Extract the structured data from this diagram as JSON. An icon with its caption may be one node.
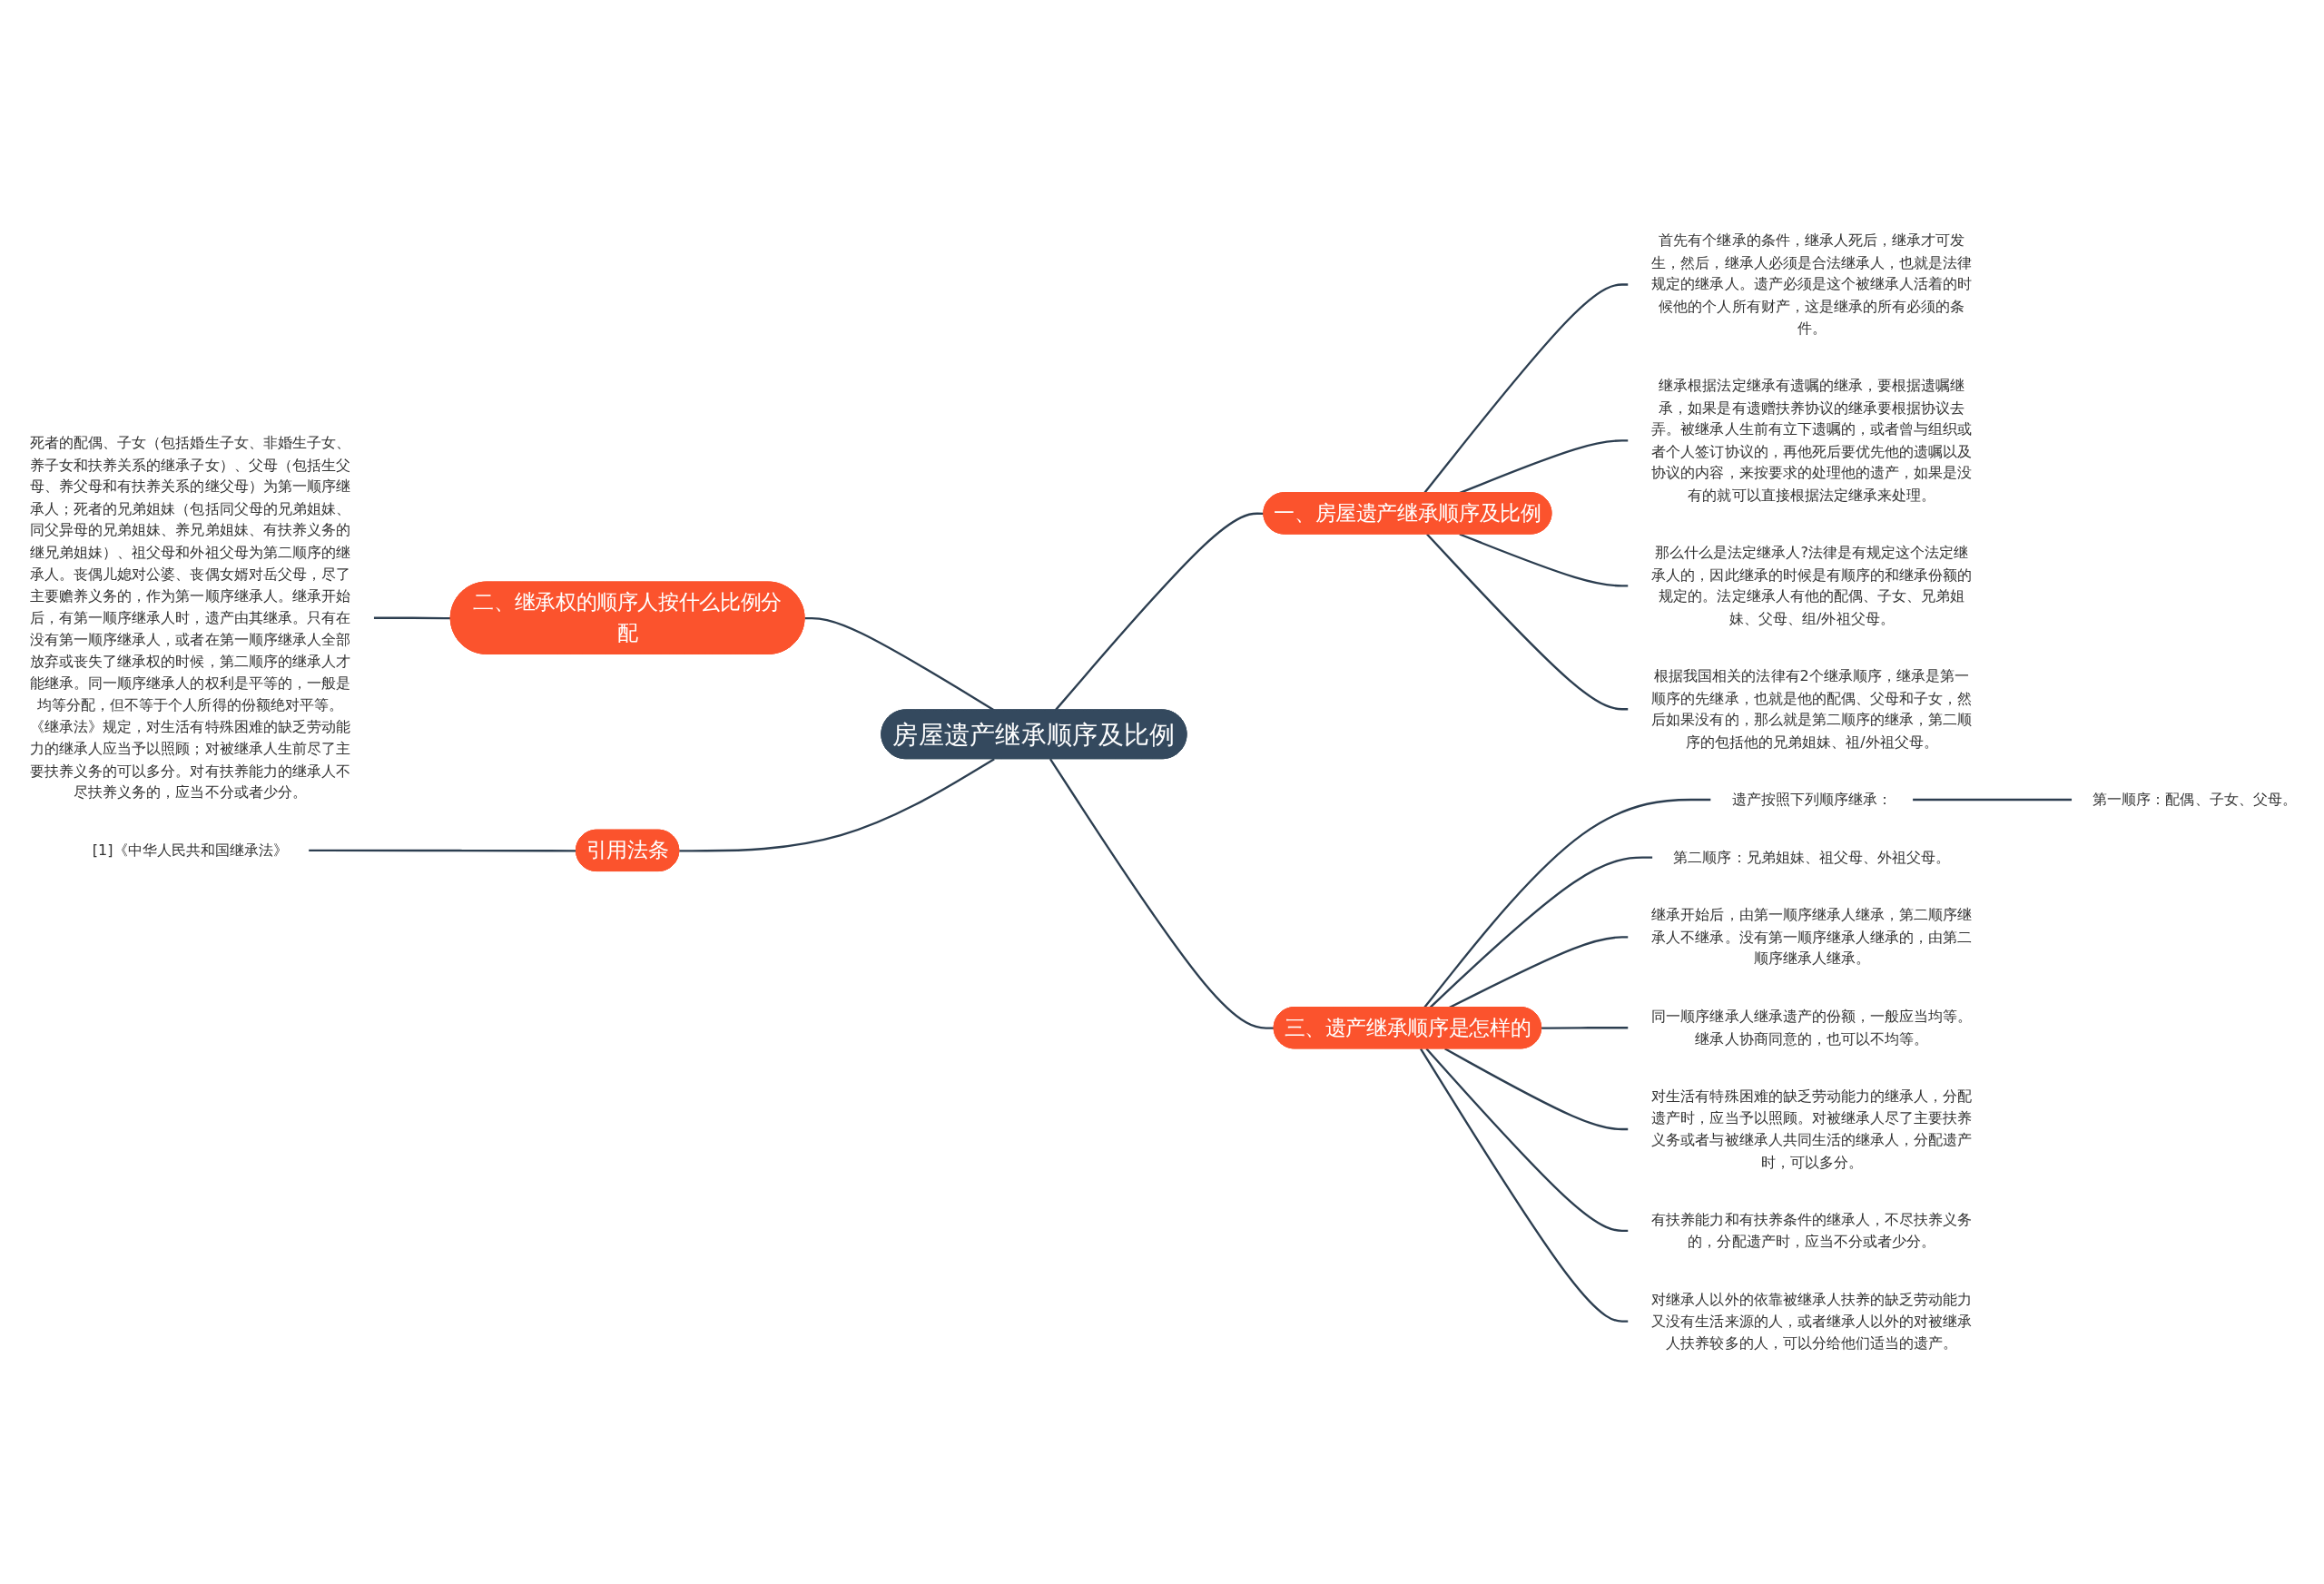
{
  "diagram": {
    "nodes": [
      {
        "text": [
          "房屋遗产继承顺序及比例"
        ]
      },
      {
        "text": [
          "一、房屋遗产继承顺序及比例"
        ]
      },
      {
        "text": [
          "首先有个继承的条件，继承人死后，继承才可发生，然后，继承人必须是合法继承人，也就是法律规定的继承人。遗产必须是这个被继承人活着的时候他的个人所有财产，这是继承的所有必须的条件。"
        ]
      },
      {
        "text": [
          "继承根据法定继承有遗嘱的继承，要根据遗嘱继承，如果是有遗赠扶养协议的继承要根据协议去弄。被继承人生前有立下遗嘱的，或者曾与组织或者个人签订协议的，再他死后要优先他的遗嘱以及协议的内容，来按要求的处理他的遗产，如果是没有的就可以直接根据法定继承来处理。"
        ]
      },
      {
        "text": [
          "那么什么是法定继承人?法律是有规定这个法定继承人的，因此继承的时候是有顺序的和继承份额的规定的。法定继承人有他的配偶、子女、兄弟姐妹、父母、组/外祖父母。"
        ]
      },
      {
        "text": [
          "根据我国相关的法律有2个继承顺序，继承是第一顺序的先继承，也就是他的配偶、父母和子女，然后如果没有的，那么就是第二顺序的继承，第二顺序的包括他的兄弟姐妹、祖/外祖父母。"
        ]
      },
      {
        "text": [
          "二、继承权的顺序人按什么比例分配"
        ]
      },
      {
        "text": [
          "死者的配偶、子女（包括婚生子女、非婚生子女、养子女和扶养关系的继承子女）、父母（包括生父母、养父母和有扶养关系的继父母）为第一顺序继承人；死者的兄弟姐妹（包括同父母的兄弟姐妹、同父异母的兄弟姐妹、养兄弟姐妹、有扶养义务的继兄弟姐妹）、祖父母和外祖父母为第二顺序的继承人。丧偶儿媳对公婆、丧偶女婿对岳父母，尽了主要赡养义务的，作为第一顺序继承人。继承开始后，有第一顺序继承人时，遗产由其继承。只有在没有第一顺序继承人，或者在第一顺序继承人全部放弃或丧失了继承权的时候，第二顺序的继承人才能继承。同一顺序继承人的权利是平等的，一般是均等分配，但不等于个人所得的份额绝对平等。《继承法》规定，对生活有特殊困难的缺乏劳动能力的继承人应当予以照顾；对被继承人生前尽了主要扶养义务的可以多分。对有扶养能力的继承人不尽扶养义务的，应当不分或者少分。"
        ]
      },
      {
        "text": [
          "引用法条"
        ]
      },
      {
        "text": [
          "[1]《中华人民共和国继承法》"
        ]
      },
      {
        "text": [
          "三、遗产继承顺序是怎样的"
        ]
      },
      {
        "text": [
          "遗产按照下列顺序继承："
        ]
      },
      {
        "text": [
          "第一顺序：配偶、子女、父母。"
        ]
      },
      {
        "text": [
          "第二顺序：兄弟姐妹、祖父母、外祖父母。"
        ]
      },
      {
        "text": [
          "继承开始后，由第一顺序继承人继承，第二顺序继承人不继承。没有第一顺序继承人继承的，由第二顺序继承人继承。"
        ]
      },
      {
        "text": [
          "同一顺序继承人继承遗产的份额，一般应当均等。继承人协商同意的，也可以不均等。"
        ]
      },
      {
        "text": [
          "对生活有特殊困难的缺乏劳动能力的继承人，分配遗产时，应当予以照顾。对被继承人尽了主要扶养义务或者与被继承人共同生活的继承人，分配遗产时，可以多分。"
        ]
      },
      {
        "text": [
          "有扶养能力和有扶养条件的继承人，不尽扶养义务的，分配遗产时，应当不分或者少分。"
        ]
      },
      {
        "text": [
          "对继承人以外的依靠被继承人扶养的缺乏劳动能力又没有生活来源的人，或者继承人以外的对被继承人扶养较多的人，可以分给他们适当的遗产。"
        ]
      }
    ],
    "edges": [
      {
        "from": 0,
        "to": 1,
        "arrow": "none"
      },
      {
        "from": 1,
        "to": 2,
        "arrow": "none"
      },
      {
        "from": 1,
        "to": 3,
        "arrow": "none"
      },
      {
        "from": 1,
        "to": 4,
        "arrow": "none"
      },
      {
        "from": 1,
        "to": 5,
        "arrow": "none"
      },
      {
        "from": 0,
        "to": 6,
        "arrow": "none"
      },
      {
        "from": 6,
        "to": 7,
        "arrow": "none"
      },
      {
        "from": 0,
        "to": 8,
        "arrow": "none"
      },
      {
        "from": 8,
        "to": 9,
        "arrow": "none"
      },
      {
        "from": 0,
        "to": 10,
        "arrow": "none"
      },
      {
        "from": 10,
        "to": 11,
        "arrow": "none"
      },
      {
        "from": 11,
        "to": 12,
        "arrow": "none"
      },
      {
        "from": 10,
        "to": 13,
        "arrow": "none"
      },
      {
        "from": 10,
        "to": 14,
        "arrow": "none"
      },
      {
        "from": 10,
        "to": 15,
        "arrow": "none"
      },
      {
        "from": 10,
        "to": 16,
        "arrow": "none"
      },
      {
        "from": 10,
        "to": 17,
        "arrow": "none"
      },
      {
        "from": 10,
        "to": 18,
        "arrow": "none"
      }
    ]
  }
}
